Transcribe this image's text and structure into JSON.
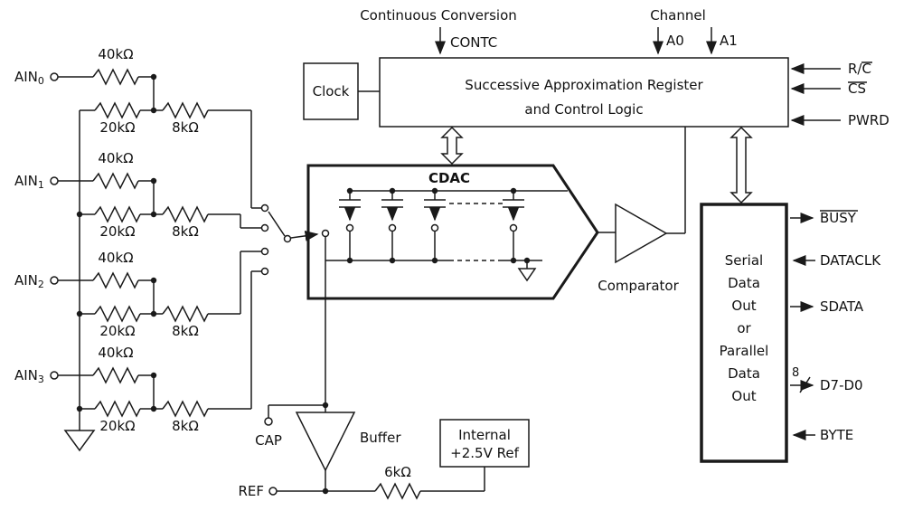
{
  "diagram": {
    "conversion": {
      "caption": "Continuous Conversion",
      "signal": "CONTC"
    },
    "channel": {
      "caption": "Channel",
      "a0": "A0",
      "a1": "A1"
    },
    "clock": {
      "label": "Clock"
    },
    "sar": {
      "line1": "Successive Approximation Register",
      "line2": "and Control Logic"
    },
    "control_inputs": {
      "rc": "R/C",
      "cs": "CS",
      "pwrd": "PWRD"
    },
    "cdac": {
      "label": "CDAC"
    },
    "comparator": {
      "label": "Comparator"
    },
    "io_block": {
      "lines": [
        "Serial",
        "Data",
        "Out",
        "or",
        "Parallel",
        "Data",
        "Out"
      ]
    },
    "io_signals": {
      "busy": "BUSY",
      "dataclk": "DATACLK",
      "sdata": "SDATA",
      "d7d0": "D7-D0",
      "bus_width": "8",
      "byte": "BYTE"
    },
    "inputs": [
      {
        "name": "AIN",
        "sub": "0"
      },
      {
        "name": "AIN",
        "sub": "1"
      },
      {
        "name": "AIN",
        "sub": "2"
      },
      {
        "name": "AIN",
        "sub": "3"
      }
    ],
    "resistors": {
      "r40": "40kΩ",
      "r20": "20kΩ",
      "r8": "8kΩ",
      "r6": "6kΩ"
    },
    "pins": {
      "cap": "CAP",
      "ref": "REF"
    },
    "buffer": {
      "label": "Buffer"
    },
    "ref_source": {
      "line1": "Internal",
      "line2": "+2.5V Ref"
    },
    "colors": {
      "line": "#1a1a1a",
      "background": "#ffffff"
    }
  }
}
